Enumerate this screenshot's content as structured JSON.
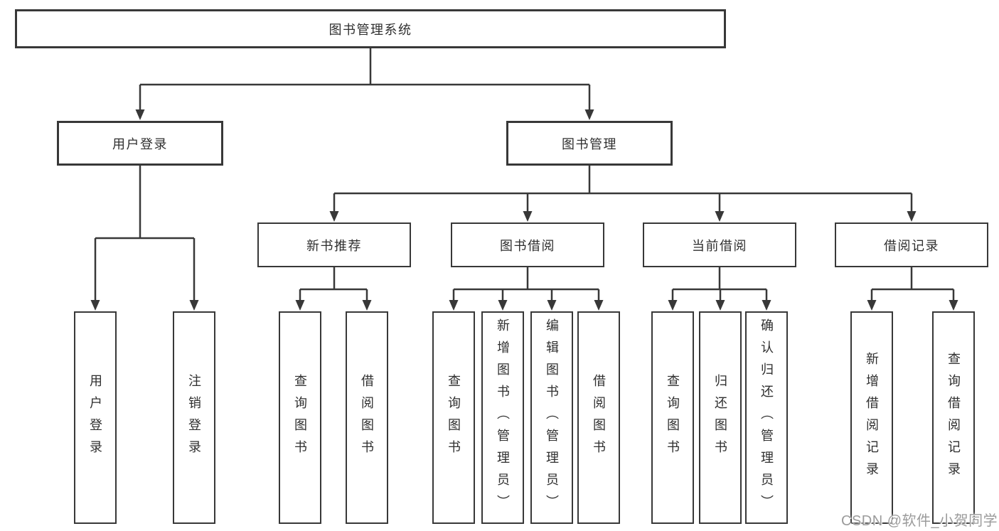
{
  "diagram": {
    "title": "图书管理系统",
    "branches": [
      {
        "label": "用户登录",
        "children": [
          {
            "label": "用户登录"
          },
          {
            "label": "注销登录"
          }
        ]
      },
      {
        "label": "图书管理",
        "children": [
          {
            "label": "新书推荐",
            "children": [
              {
                "label": "查询图书"
              },
              {
                "label": "借阅图书"
              }
            ]
          },
          {
            "label": "图书借阅",
            "children": [
              {
                "label": "查询图书"
              },
              {
                "label": "新增图书（管理员）"
              },
              {
                "label": "编辑图书（管理员）"
              },
              {
                "label": "借阅图书"
              }
            ]
          },
          {
            "label": "当前借阅",
            "children": [
              {
                "label": "查询图书"
              },
              {
                "label": "归还图书"
              },
              {
                "label": "确认归还（管理员）"
              }
            ]
          },
          {
            "label": "借阅记录",
            "children": [
              {
                "label": "新增借阅记录"
              },
              {
                "label": "查询借阅记录"
              }
            ]
          }
        ]
      }
    ]
  },
  "watermark": {
    "text": "CSDN @软件_小贺同学"
  },
  "colors": {
    "background": "#ffffff",
    "line": "#383838",
    "box_border": "#383838",
    "box_text": "#2f2f2f",
    "watermark": "#9b9b9b"
  }
}
